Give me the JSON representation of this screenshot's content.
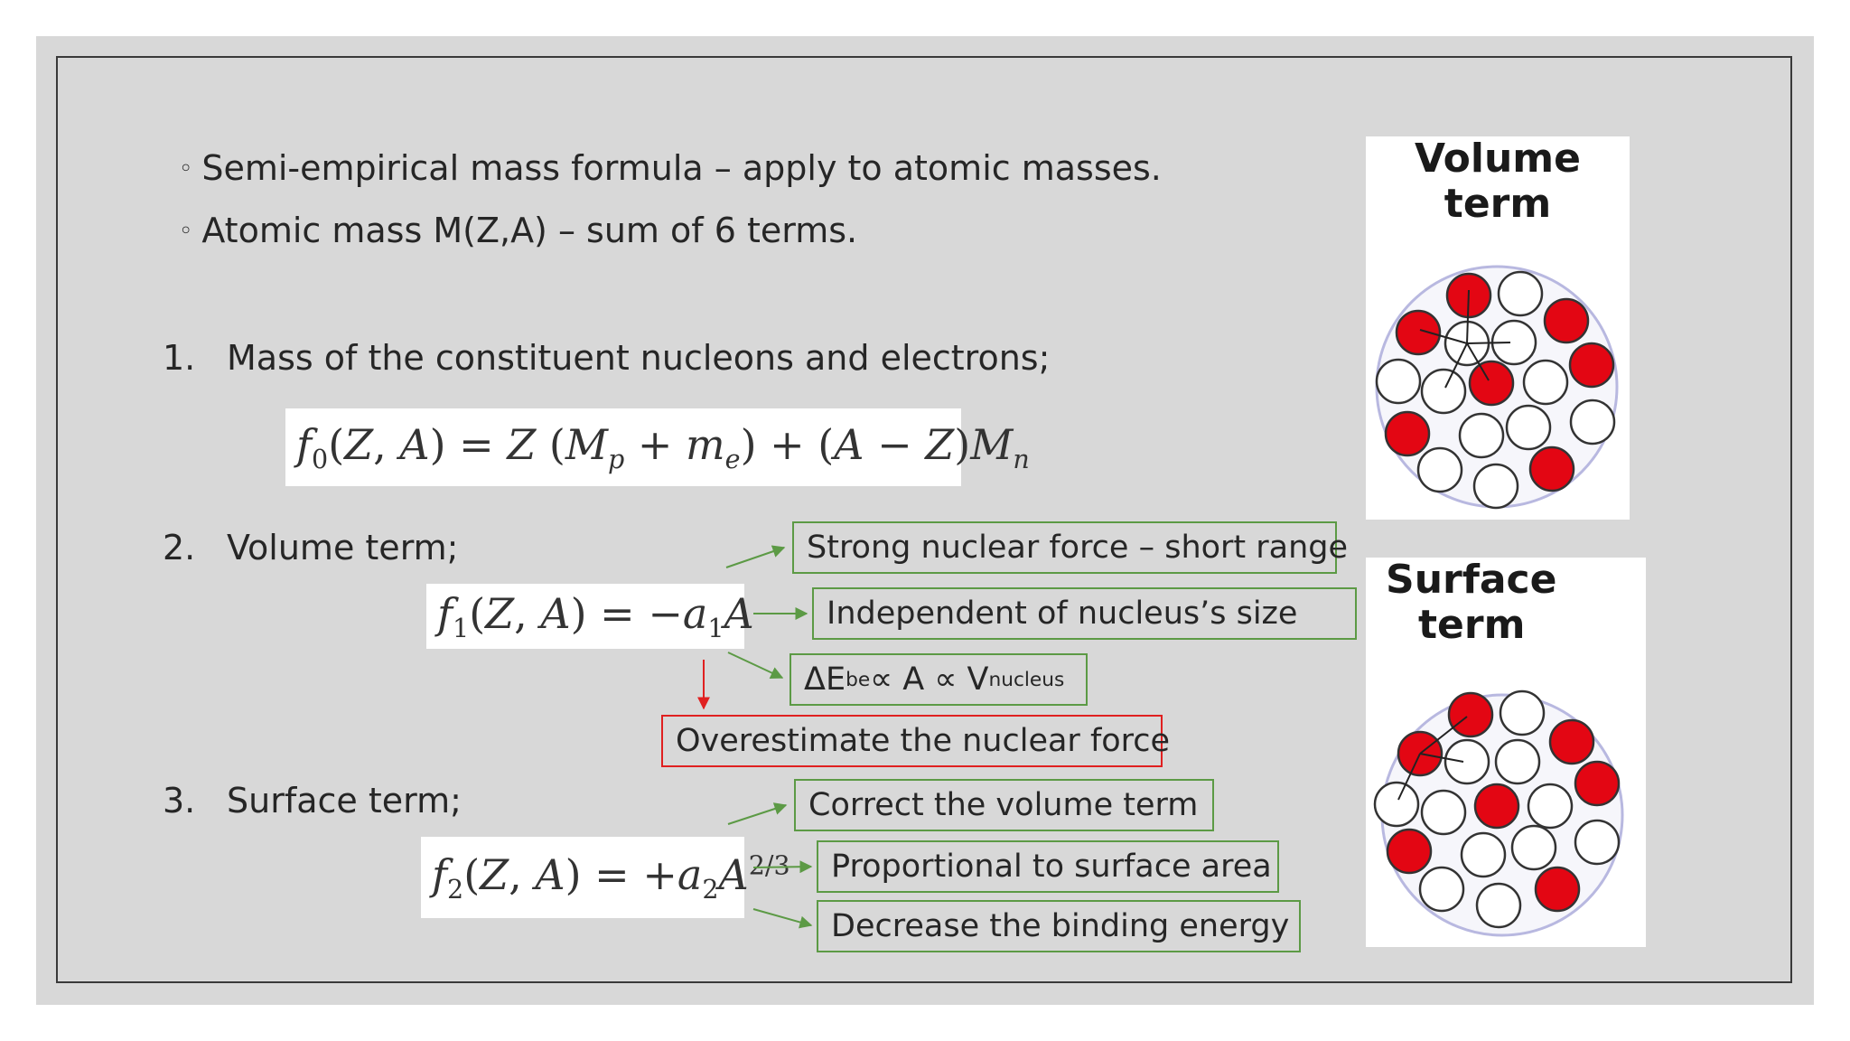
{
  "bullets": [
    "Semi-empirical mass formula – apply to atomic masses.",
    "Atomic mass M(Z,A) – sum of 6 terms."
  ],
  "items": [
    {
      "number": "1.",
      "label": "Mass of the constituent nucleons and electrons;"
    },
    {
      "number": "2.",
      "label": "Volume term;"
    },
    {
      "number": "3.",
      "label": "Surface term;"
    }
  ],
  "volume_notes": {
    "strong_force": "Strong nuclear force – short range",
    "independent": "Independent of nucleus’s size",
    "delta_e_main": "ΔE",
    "delta_e_sub": "be",
    "proportional_mid": " ∝ A ∝ V",
    "v_sub": "nucleus",
    "overestimate": "Overestimate the nuclear force"
  },
  "surface_notes": {
    "correct": "Correct the volume term",
    "proportional": "Proportional to surface area",
    "decrease": "Decrease the binding energy"
  },
  "panels": {
    "volume_title_1": "Volume",
    "volume_title_2": "term",
    "surface_title_1": "Surface",
    "surface_title_2": "term"
  },
  "colors": {
    "green_border": "#5c9a45",
    "red_border": "#e02020",
    "nucleon_red": "#e30613"
  }
}
